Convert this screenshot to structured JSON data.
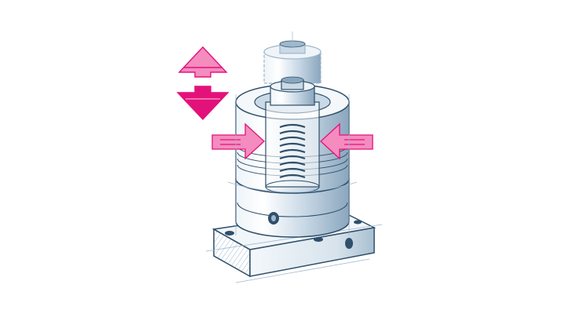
{
  "illustration": {
    "subject": "clamping-cylinder-sketch",
    "colors": {
      "background": "#ffffff",
      "pencil": "#2f4f6a",
      "pencil_light": "#9fb8cc",
      "shade": "#c9d9e6",
      "highlight": "#eef4f8",
      "accent": "#e3127a",
      "accent_light": "#f48cbf"
    },
    "arrows": [
      {
        "name": "vertical-stroke-arrow-icon",
        "direction": "up-down"
      },
      {
        "name": "radial-arrow-left-icon",
        "direction": "right"
      },
      {
        "name": "radial-arrow-right-icon",
        "direction": "left"
      }
    ]
  }
}
